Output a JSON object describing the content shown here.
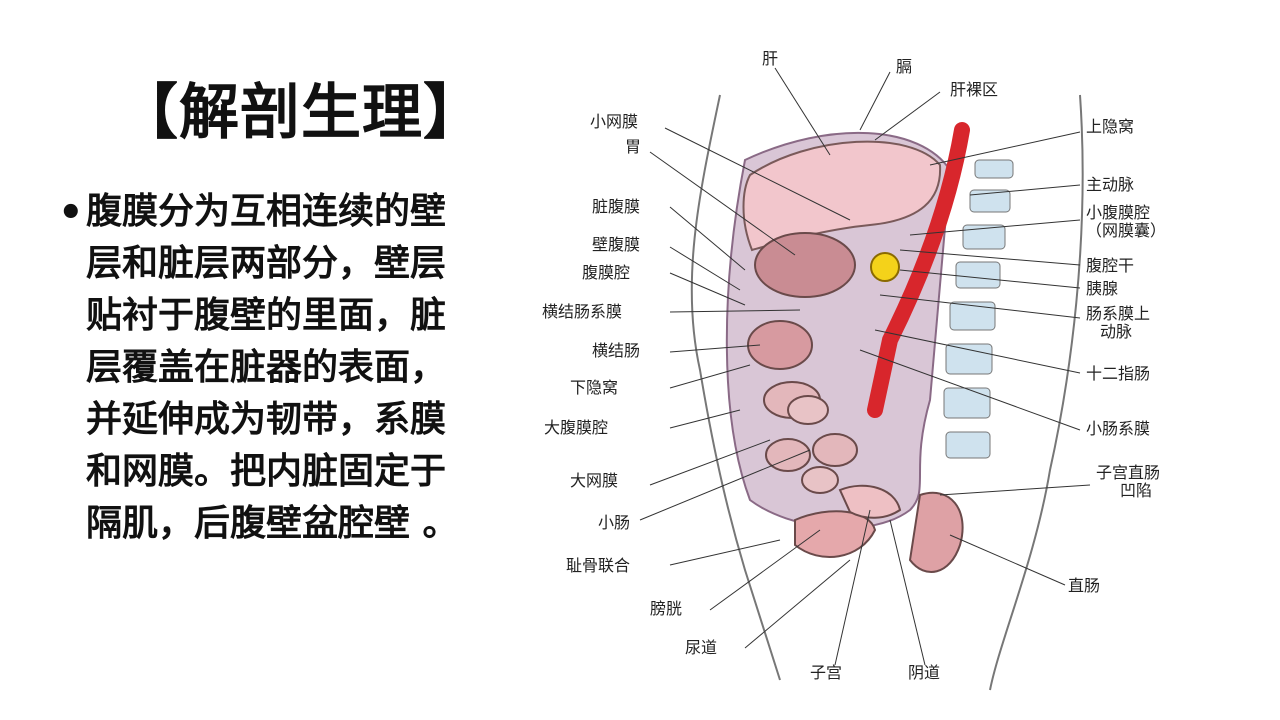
{
  "slide": {
    "title": "【解剖生理】",
    "bullet_char": "•",
    "body": "腹膜分为互相连续的壁层和脏层两部分，壁层贴衬于腹壁的里面，脏层覆盖在脏器的表面，并延伸成为韧带，系膜和网膜。把内脏固定于隔肌，后腹壁盆腔壁 。"
  },
  "diagram": {
    "labels": {
      "liver": "肝",
      "diaphragm": "膈",
      "bare_area": "肝裸区",
      "lesser_omentum": "小网膜",
      "stomach": "胃",
      "visceral_peritoneum": "脏腹膜",
      "parietal_peritoneum": "壁腹膜",
      "peritoneal_cavity": "腹膜腔",
      "transverse_mesocolon": "横结肠系膜",
      "transverse_colon": "横结肠",
      "inferior_recess": "下隐窝",
      "greater_sac": "大腹膜腔",
      "greater_omentum": "大网膜",
      "small_intestine": "小肠",
      "pubic_symphysis": "耻骨联合",
      "bladder": "膀胱",
      "urethra": "尿道",
      "uterus": "子宫",
      "vagina": "阴道",
      "superior_recess": "上隐窝",
      "aorta": "主动脉",
      "lesser_sac_1": "小腹膜腔",
      "lesser_sac_2": "（网膜囊）",
      "celiac_trunk": "腹腔干",
      "pancreas": "胰腺",
      "sma_1": "肠系膜上",
      "sma_2": "动脉",
      "duodenum": "十二指肠",
      "mesentery": "小肠系膜",
      "rectouterine_1": "子宫直肠",
      "rectouterine_2": "凹陷",
      "rectum": "直肠"
    },
    "colors": {
      "organ_pink": "#f2c6cc",
      "cavity_lilac": "#d9c6d6",
      "aorta_red": "#d8262c",
      "pancreas_yellow": "#f4d21a",
      "spine_blue": "#cfe2ee"
    }
  }
}
